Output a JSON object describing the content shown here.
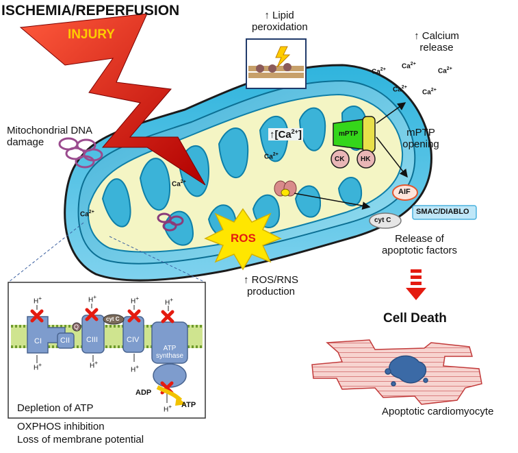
{
  "title": "ISCHEMIA/REPERFUSION",
  "injury": "INJURY",
  "lipid": {
    "line1": "Lipid",
    "line2": "peroxidation"
  },
  "calcium": {
    "line1": "Calcium",
    "line2": "release"
  },
  "ca_ion": "Ca",
  "ca_charge": "2+",
  "ca_conc": {
    "prefix": "[Ca",
    "suffix": "]"
  },
  "mtdna": {
    "line1": "Mitochondrial DNA",
    "line2": "damage"
  },
  "mptp": {
    "channel": "mPTP",
    "line1": "mPTP",
    "line2": "opening"
  },
  "ck": "CK",
  "hk": "HK",
  "factors": {
    "aif": "AIF",
    "smac": "SMAC/DIABLO",
    "cytc": "cyt C"
  },
  "release": {
    "line1": "Release of",
    "line2": "apoptotic factors"
  },
  "ros": "ROS",
  "ros_rns": {
    "line1": "ROS/RNS",
    "line2": "production"
  },
  "cell_death": "Cell Death",
  "apoptotic": "Apoptotic cardiomyocyte",
  "inset": {
    "h": "H",
    "hsup": "+",
    "complexes": [
      "CI",
      "CII",
      "CIII",
      "CIV"
    ],
    "q": "Q",
    "cytc": "cyt C",
    "atp_line1": "ATP",
    "atp_line2": "synthase",
    "adp": "ADP",
    "atp": "ATP",
    "depletion": "Depletion of ATP"
  },
  "bottom": {
    "line1": "OXPHOS inhibition",
    "line2": "Loss of membrane potential"
  },
  "colors": {
    "outer": "#29b7e2",
    "inner": "#57c8e6",
    "matrix": "#f4f5c4",
    "crista": "#0e7fa8",
    "bolt": "#e41b10",
    "ros": "#ffe600",
    "mptp": "#35d61a",
    "hk": "#e9b6b6",
    "cell": "#f7d4d0",
    "nucleus": "#3b6aa6",
    "complex": "#7e9ccd",
    "membrane": "#9ac24c"
  }
}
